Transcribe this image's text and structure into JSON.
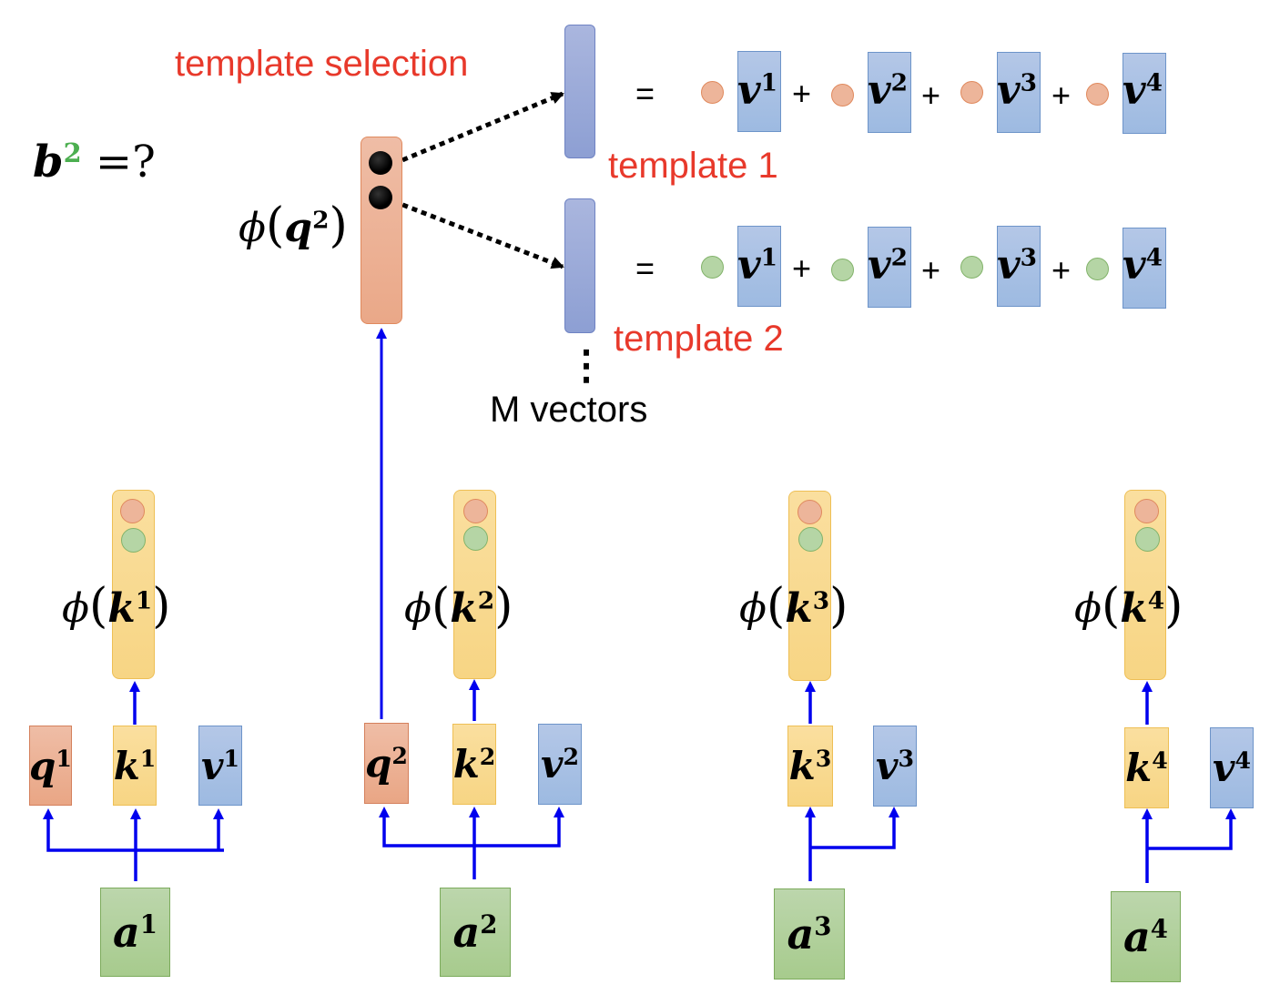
{
  "title_expr": {
    "base": "b",
    "sup": "2",
    "suffix": " =?"
  },
  "labels": {
    "template_selection": "template selection",
    "template_1": "template 1",
    "template_2": "template 2",
    "m_vectors": "M vectors",
    "vdots": "⋮"
  },
  "phi_q": {
    "func": "ϕ",
    "var": "q",
    "sup": "2"
  },
  "equations": [
    {
      "equals": "=",
      "weight_color": "orange",
      "terms": [
        {
          "var": "v",
          "sup": "1"
        },
        {
          "var": "v",
          "sup": "2"
        },
        {
          "var": "v",
          "sup": "3"
        },
        {
          "var": "v",
          "sup": "4"
        }
      ],
      "plus": "+"
    },
    {
      "equals": "=",
      "weight_color": "green",
      "terms": [
        {
          "var": "v",
          "sup": "1"
        },
        {
          "var": "v",
          "sup": "2"
        },
        {
          "var": "v",
          "sup": "3"
        },
        {
          "var": "v",
          "sup": "4"
        }
      ],
      "plus": "+"
    }
  ],
  "columns": [
    {
      "phi": "ϕ",
      "k": "k",
      "sup": "1",
      "q": "q",
      "v": "v",
      "a": "a",
      "has_q": true
    },
    {
      "phi": "ϕ",
      "k": "k",
      "sup": "2",
      "q": "q",
      "v": "v",
      "a": "a",
      "has_q": true
    },
    {
      "phi": "ϕ",
      "k": "k",
      "sup": "3",
      "v": "v",
      "a": "a",
      "has_q": false
    },
    {
      "phi": "ϕ",
      "k": "k",
      "sup": "4",
      "v": "v",
      "a": "a",
      "has_q": false
    }
  ],
  "colors": {
    "label_red": "#e8392b",
    "arrow_blue": "#0000ee",
    "b_sup_green": "#4caf50",
    "query_orange": "#eaa888",
    "key_yellow": "#f7d584",
    "value_blue": "#9dbae1",
    "input_green": "#a7cb8d",
    "template_blue": "#8d9fd3"
  }
}
